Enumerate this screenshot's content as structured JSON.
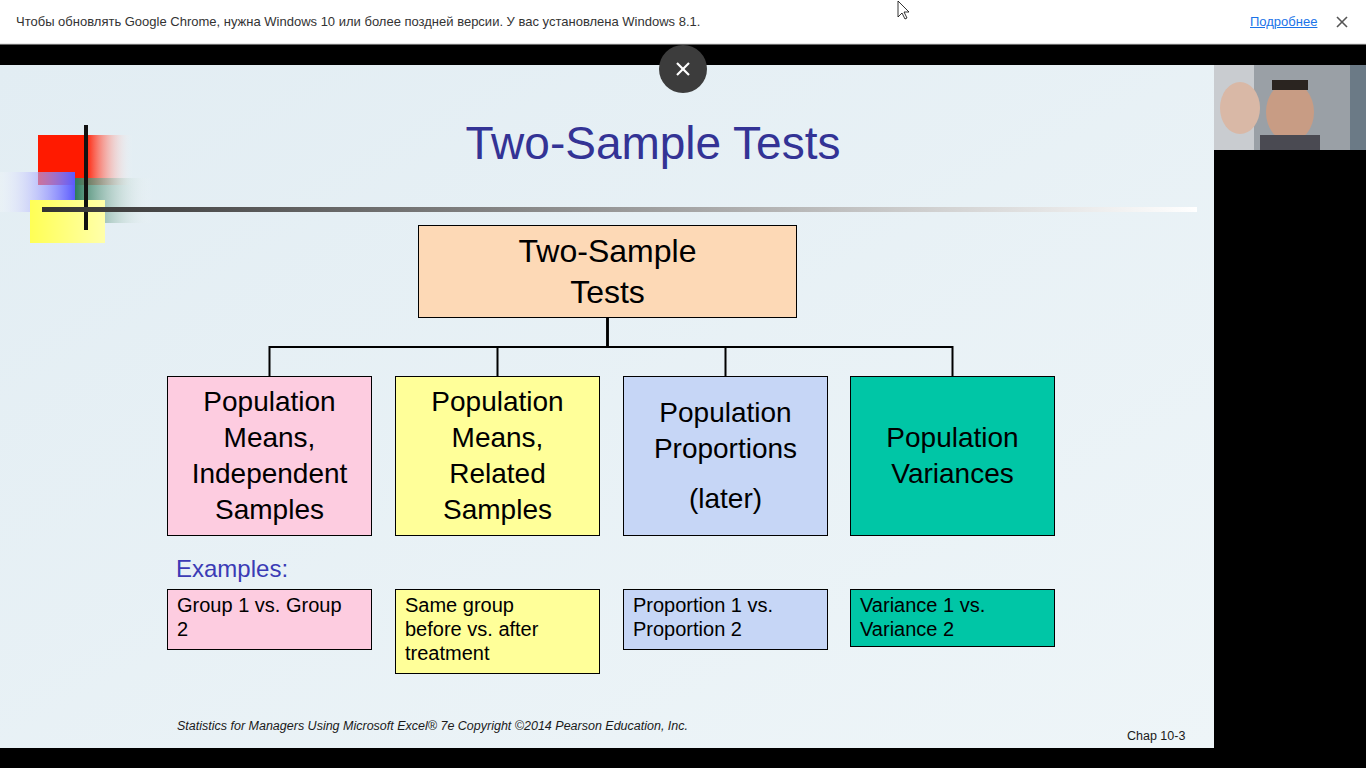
{
  "diagram": {
    "title": "Two-Sample Tests",
    "nodes": [
      {
        "text": [
          "Two-Sample Tests"
        ]
      },
      {
        "text": [
          "Population Means, Independent Samples"
        ]
      },
      {
        "text": [
          "Population Means, Related Samples"
        ]
      },
      {
        "text": [
          "Population Proportions",
          "(later)"
        ]
      },
      {
        "text": [
          "Population Variances"
        ]
      },
      {
        "text": [
          "Group 1 vs. Group 2"
        ]
      },
      {
        "text": [
          "Same group before vs. after treatment"
        ]
      },
      {
        "text": [
          "Proportion 1 vs. Proportion 2"
        ]
      },
      {
        "text": [
          "Variance 1 vs. Variance 2"
        ]
      }
    ],
    "edges": [
      {
        "from": 0,
        "to": 1,
        "arrow": "none"
      },
      {
        "from": 0,
        "to": 2,
        "arrow": "none"
      },
      {
        "from": 0,
        "to": 3,
        "arrow": "none"
      },
      {
        "from": 0,
        "to": 4,
        "arrow": "none"
      }
    ],
    "labels": [
      "Чтобы обновлять Google Chrome, нужна Windows 10 или более поздней версии. У вас установлена Windows 8.1.",
      "Подробнее",
      "Examples:",
      "Statistics for Managers Using Microsoft Excel® 7e Copyright ©2014 Pearson Education, Inc.",
      "Chap 10-3"
    ]
  }
}
